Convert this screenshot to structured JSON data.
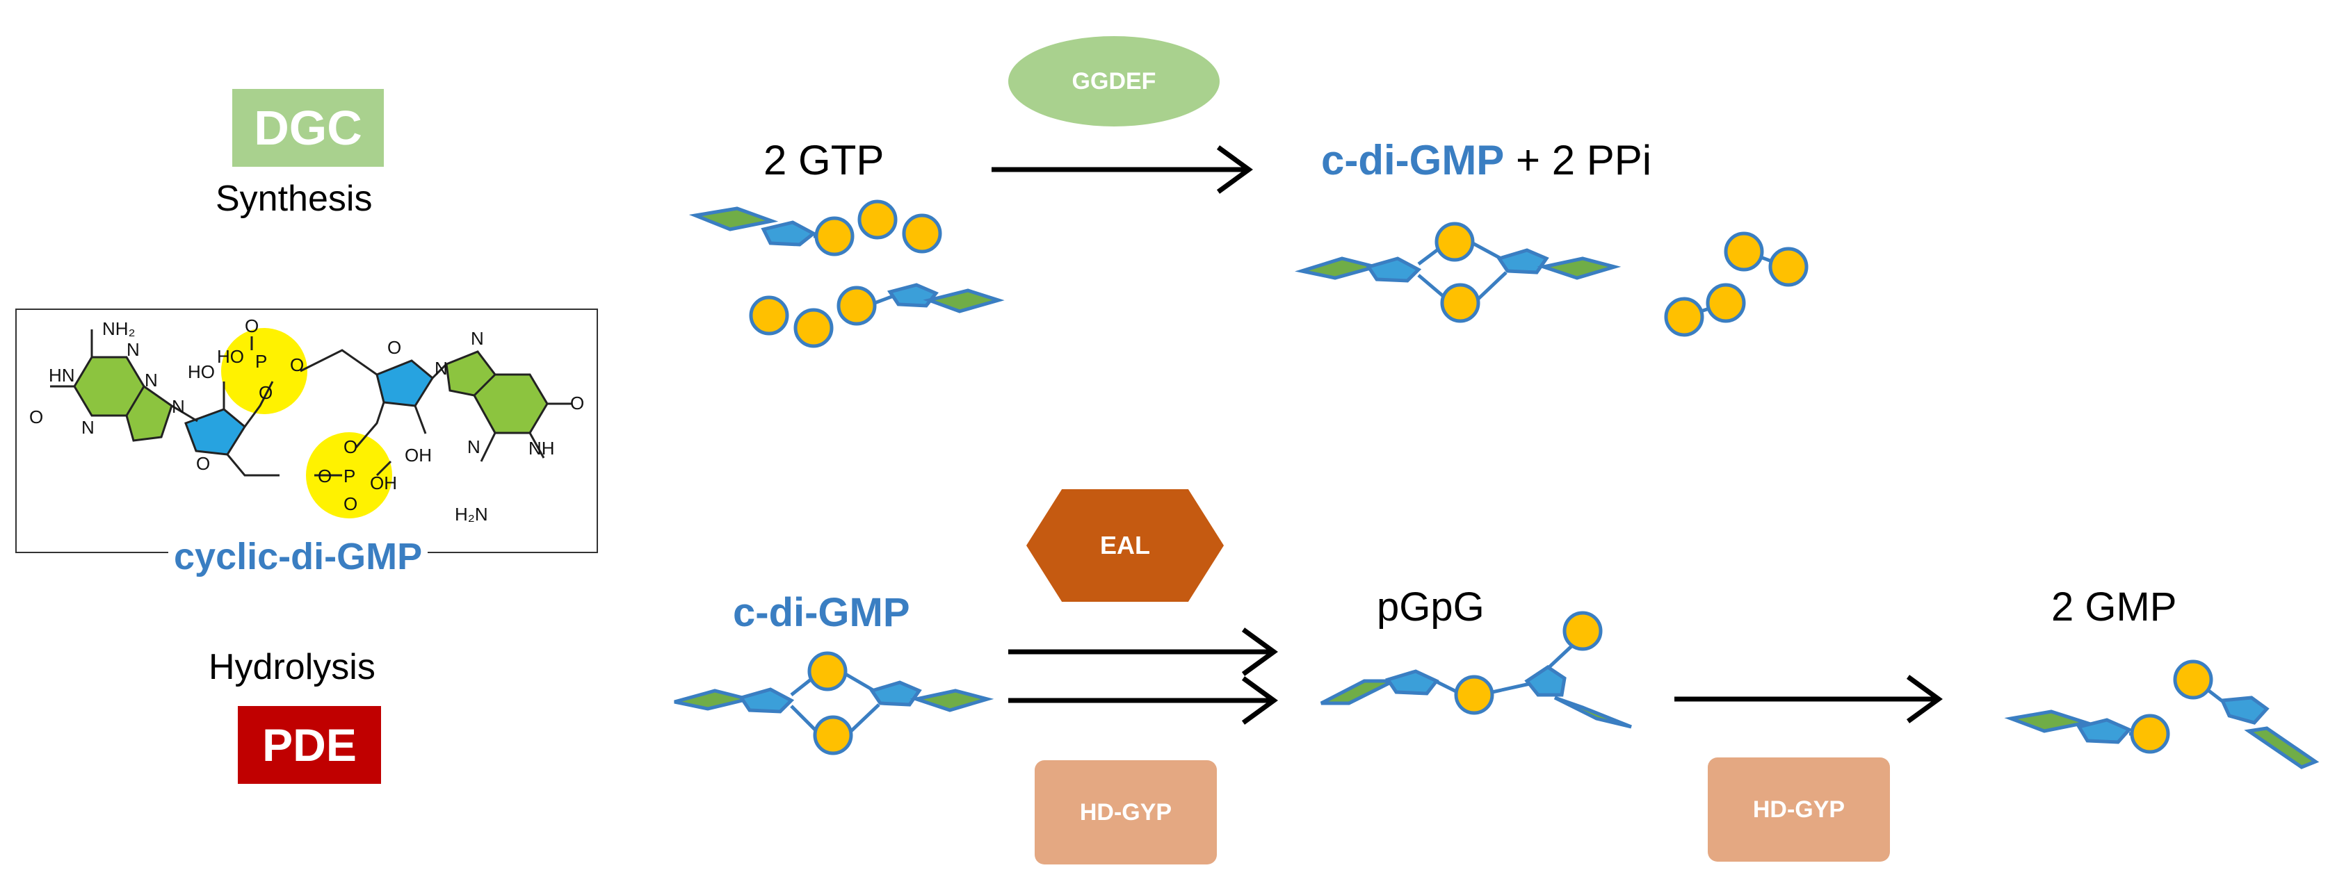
{
  "left_panel": {
    "dgc_badge": "DGC",
    "synthesis_label": "Synthesis",
    "structure_name": "cyclic-di-GMP",
    "hydrolysis_label": "Hydrolysis",
    "pde_badge": "PDE",
    "structure_atoms": {
      "nh2_top": "NH₂",
      "hn_left": "HN",
      "n_a": "N",
      "n_b": "N",
      "o_left": "O",
      "n_c": "N",
      "n_d": "N",
      "ho_sugar": "HO",
      "o_ring_left": "O",
      "ho_p": "HO",
      "p_top": "P",
      "o_top": "O",
      "o_p_bottom": "O",
      "o_p_right": "O",
      "o_ring_right": "O",
      "n_e": "N",
      "n_f": "N",
      "o_right": "O",
      "n_g": "N",
      "nh_right": "NH",
      "oh_sugar": "OH",
      "o_p2_left": "O",
      "p_bottom": "P",
      "oh_p2": "OH",
      "o_p2_top": "O",
      "o_p2_bottom": "O",
      "h2n_bottom": "H₂N"
    }
  },
  "synthesis_reaction": {
    "enzyme": "GGDEF",
    "substrate": "2 GTP",
    "product_name": "c-di-GMP",
    "product_rest": " + 2 PPi"
  },
  "hydrolysis_reaction": {
    "substrate": "c-di-GMP",
    "enzyme_eal": "EAL",
    "enzyme_hdgyp_1": "HD-GYP",
    "intermediate": "pGpG",
    "enzyme_hdgyp_2": "HD-GYP",
    "product": "2 GMP"
  },
  "colors": {
    "dgc": "#a9d18e",
    "ggdef": "#a9d18e",
    "pde": "#c00000",
    "eal": "#c55a11",
    "hdgyp": "#e4a882",
    "title_blue": "#3a7ec2",
    "phosphate": "#ffc000",
    "sugar": "#3b9fd9",
    "base": "#70ad47"
  }
}
